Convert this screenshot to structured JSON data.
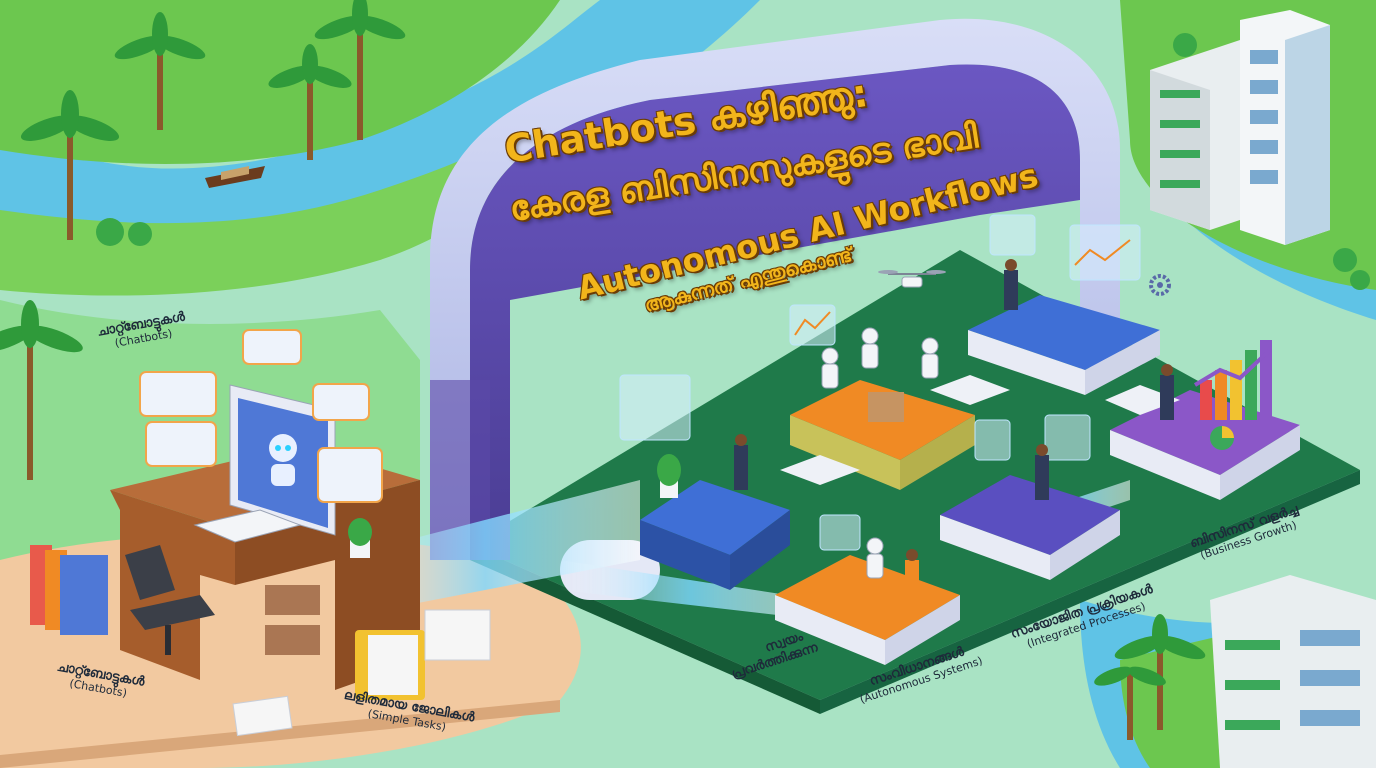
{
  "title": {
    "line1": "Chatbots കഴിഞ്ഞു:",
    "line2": "കേരള ബിസിനസുകളുടെ ഭാവി",
    "line3": "Autonomous AI Workflows",
    "line4": "ആകുന്നത് എന്തുകൊണ്ട്"
  },
  "labels": {
    "chatbots_top": {
      "ml": "ചാറ്റ്ബോട്ടുകൾ",
      "en": "(Chatbots)"
    },
    "chatbots_bottom": {
      "ml": "ചാറ്റ്ബോട്ടുകൾ",
      "en": "(Chatbots)"
    },
    "simple_tasks": {
      "ml": "ലളിതമായ ജോലികൾ",
      "en": "(Simple Tasks)"
    },
    "autonomous_systems": {
      "ml1": "സ്വയം",
      "ml2": "പ്രവർത്തിക്കുന്ന",
      "ml3": "സംവിധാനങ്ങൾ",
      "en": "(Autonomous Systems)"
    },
    "integrated_processes": {
      "ml": "സംയോജിത പ്രക്രിയകൾ",
      "en": "(Integrated Processes)"
    },
    "business_growth": {
      "ml": "ബിസിനസ് വളർച്ച",
      "en": "(Business Growth)"
    }
  },
  "colors": {
    "grass": "#6cc74f",
    "water": "#5fc3e6",
    "background": "#a9e3c4",
    "platform_green": "#1f7a4a",
    "arch_purple": "#5b4aa8",
    "arch_light": "#c9d0f0",
    "title_yellow": "#f2b51b",
    "sand": "#f2c9a0",
    "desk_wood": "#9a5a2e"
  },
  "icons": [
    "palm-tree-icon",
    "boat-icon",
    "robot-icon",
    "drone-icon",
    "chart-icon",
    "gear-icon",
    "folder-icon",
    "chat-bubble-icon"
  ]
}
